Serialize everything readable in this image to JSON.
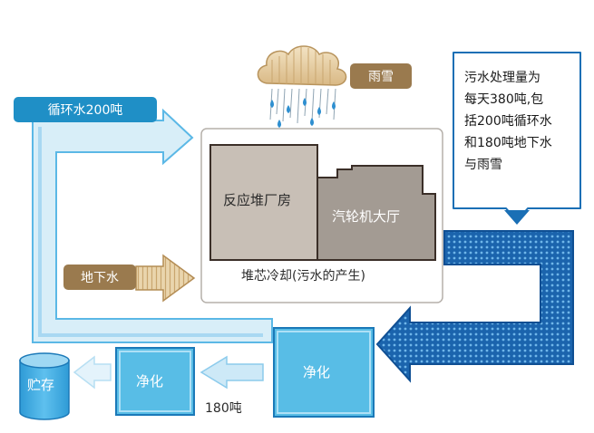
{
  "labels": {
    "recycle_water": "循环水200吨",
    "rain_snow": "雨雪",
    "groundwater": "地下水",
    "reactor_building": "反应堆厂房",
    "turbine_hall": "汽轮机大厅",
    "core_cooling": "堆芯冷却(污水的产生)",
    "purify_main": "净化",
    "purify_small": "净化",
    "storage": "贮存",
    "flow_180": "180吨",
    "info_lines": [
      "污水处理量为",
      "每天380吨,包",
      "括200吨循环水",
      "和180吨地下水",
      "与雨雪"
    ]
  },
  "colors": {
    "pipe_light": "#d8eef8",
    "pipe_blue": "#3aa6de",
    "pipe_dark": "#1a6fb5",
    "tag_blue": "#1f8fc6",
    "tag_brown": "#9a7a4e",
    "reactor_fill": "#c8bfb6",
    "turbine_fill": "#a39b93",
    "purify_fill": "#58bde6"
  }
}
